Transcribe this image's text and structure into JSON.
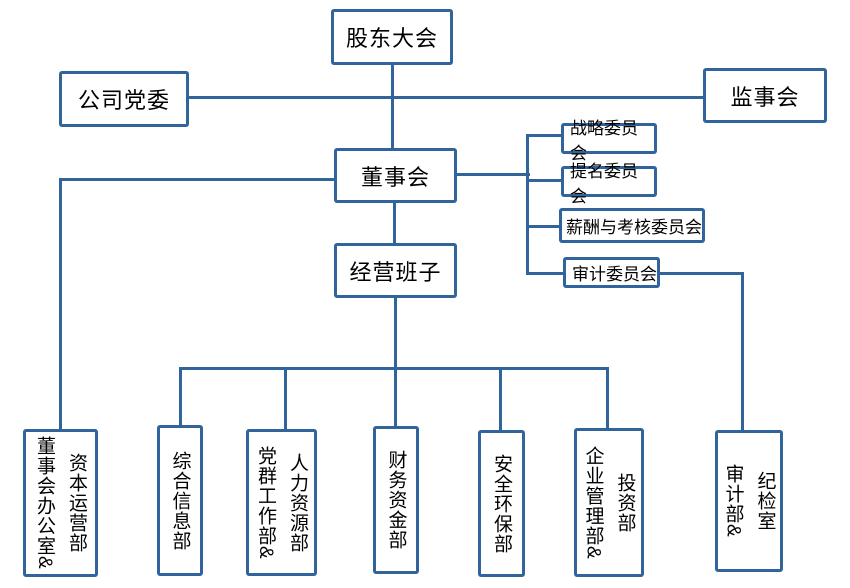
{
  "org_chart": {
    "colors": {
      "line": "#31649b",
      "text": "#000000",
      "background": "#ffffff"
    },
    "nodes": {
      "shareholders": {
        "label": "股东大会"
      },
      "party_committee": {
        "label": "公司党委"
      },
      "supervisory_board": {
        "label": "监事会"
      },
      "board": {
        "label": "董事会"
      },
      "management": {
        "label": "经营班子"
      },
      "committees": {
        "strategy": {
          "label": "战略委员会"
        },
        "nomination": {
          "label": "提名委员会"
        },
        "remuneration": {
          "label": "薪酬与考核委员会"
        },
        "audit": {
          "label": "审计委员会"
        }
      },
      "departments": {
        "board_office_capital": {
          "label": "董事会办公室&资本运营部",
          "columns": [
            "董事会办公室&",
            "资本运营部"
          ]
        },
        "general_info": {
          "label": "综合信息部",
          "columns": [
            "综合信息部"
          ]
        },
        "party_mass_hr": {
          "label": "党群工作部&人力资源部",
          "columns": [
            "党群工作部&",
            "人力资源部"
          ]
        },
        "finance_treasury": {
          "label": "财务资金部",
          "columns": [
            "财务资金部"
          ]
        },
        "safety_environment": {
          "label": "安全环保部",
          "columns": [
            "安全环保部"
          ]
        },
        "enterprise_investment": {
          "label": "企业管理部&投资部",
          "columns": [
            "企业管理部&",
            "投资部"
          ]
        },
        "audit_discipline": {
          "label": "审计部&纪检室",
          "columns": [
            "审计部&",
            "纪检室"
          ]
        }
      }
    },
    "edges": [
      {
        "from": "股东大会",
        "to": "董事会"
      },
      {
        "from": "公司党委",
        "to": "监事会"
      },
      {
        "from": "董事会",
        "to": "战略委员会"
      },
      {
        "from": "董事会",
        "to": "提名委员会"
      },
      {
        "from": "董事会",
        "to": "薪酬与考核委员会"
      },
      {
        "from": "董事会",
        "to": "审计委员会"
      },
      {
        "from": "董事会",
        "to": "经营班子"
      },
      {
        "from": "董事会",
        "to": "董事会办公室&资本运营部"
      },
      {
        "from": "审计委员会",
        "to": "审计部&纪检室"
      },
      {
        "from": "经营班子",
        "to": "综合信息部"
      },
      {
        "from": "经营班子",
        "to": "党群工作部&人力资源部"
      },
      {
        "from": "经营班子",
        "to": "财务资金部"
      },
      {
        "from": "经营班子",
        "to": "安全环保部"
      },
      {
        "from": "经营班子",
        "to": "企业管理部&投资部"
      }
    ]
  }
}
